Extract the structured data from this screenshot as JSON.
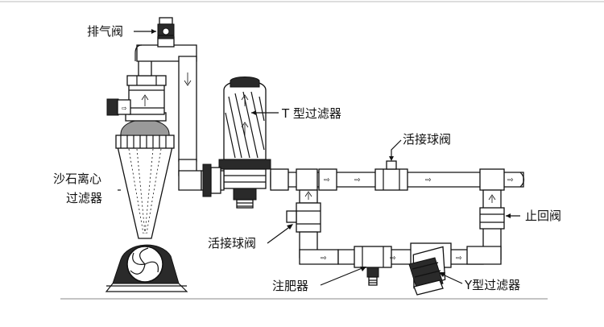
{
  "labels": {
    "exhaust_valve": "排气阀",
    "t_filter": "T 型过滤器",
    "sand_filter_line1": "沙石离心",
    "sand_filter_line2": "过滤器",
    "union_ball_valve_top": "活接球阀",
    "check_valve": "止回阀",
    "union_ball_valve_left": "活接球阀",
    "fertilizer_injector": "注肥器",
    "y_filter": "Y型过滤器"
  },
  "colors": {
    "line": "#111111",
    "dark_part": "#2a2a2a",
    "background": "#ffffff"
  }
}
